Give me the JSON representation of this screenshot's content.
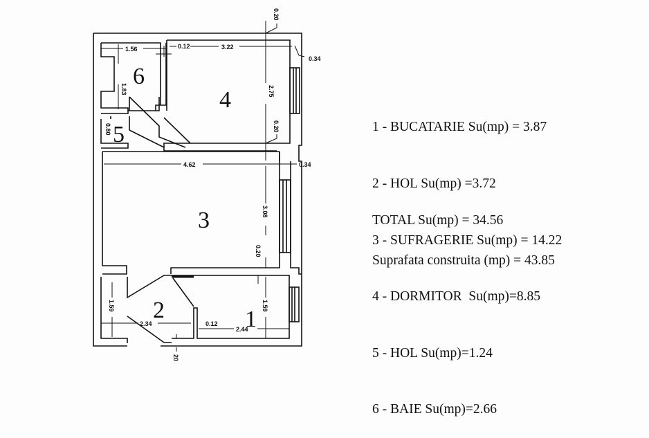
{
  "floor_plan": {
    "rooms": [
      {
        "number": "1",
        "name": "BUCATARIE",
        "area_label": "1 - BUCATARIE Su(mp) = 3.87",
        "area_mp": 3.87
      },
      {
        "number": "2",
        "name": "HOL",
        "area_label": "2 - HOL Su(mp) =3.72",
        "area_mp": 3.72
      },
      {
        "number": "3",
        "name": "SUFRAGERIE",
        "area_label": "3 - SUFRAGERIE Su(mp) = 14.22",
        "area_mp": 14.22
      },
      {
        "number": "4",
        "name": "DORMITOR",
        "area_label": "4 - DORMITOR  Su(mp)=8.85",
        "area_mp": 8.85
      },
      {
        "number": "5",
        "name": "HOL",
        "area_label": "5 - HOL Su(mp)=1.24",
        "area_mp": 1.24
      },
      {
        "number": "6",
        "name": "BAIE",
        "area_label": "6 - BAIE Su(mp)=2.66",
        "area_mp": 2.66
      }
    ],
    "dimensions": {
      "bath_width": "1.56",
      "bath_depth": "1.83",
      "wall_012_top": "0.12",
      "bedroom_width": "3.22",
      "bedroom_depth": "2.75",
      "wall_020_top": "0.20",
      "wall_034_top": "0.34",
      "wall_020_mid": "0.20",
      "hall5_depth": "0.80",
      "living_width": "4.62",
      "wall_034_mid": "0.34",
      "living_depth": "3.08",
      "wall_020_low": "0.20",
      "hall2_depth": "1.59",
      "hall2_width": "2.34",
      "wall_012_low": "0.12",
      "kitchen_width": "2.44",
      "kitchen_depth": "1.59",
      "wall_020_bottom": "20"
    },
    "total_label": "TOTAL Su(mp) = 34.56",
    "total_mp": 34.56,
    "built_label": "Suprafata construita (mp) = 43.85",
    "built_mp": 43.85
  }
}
